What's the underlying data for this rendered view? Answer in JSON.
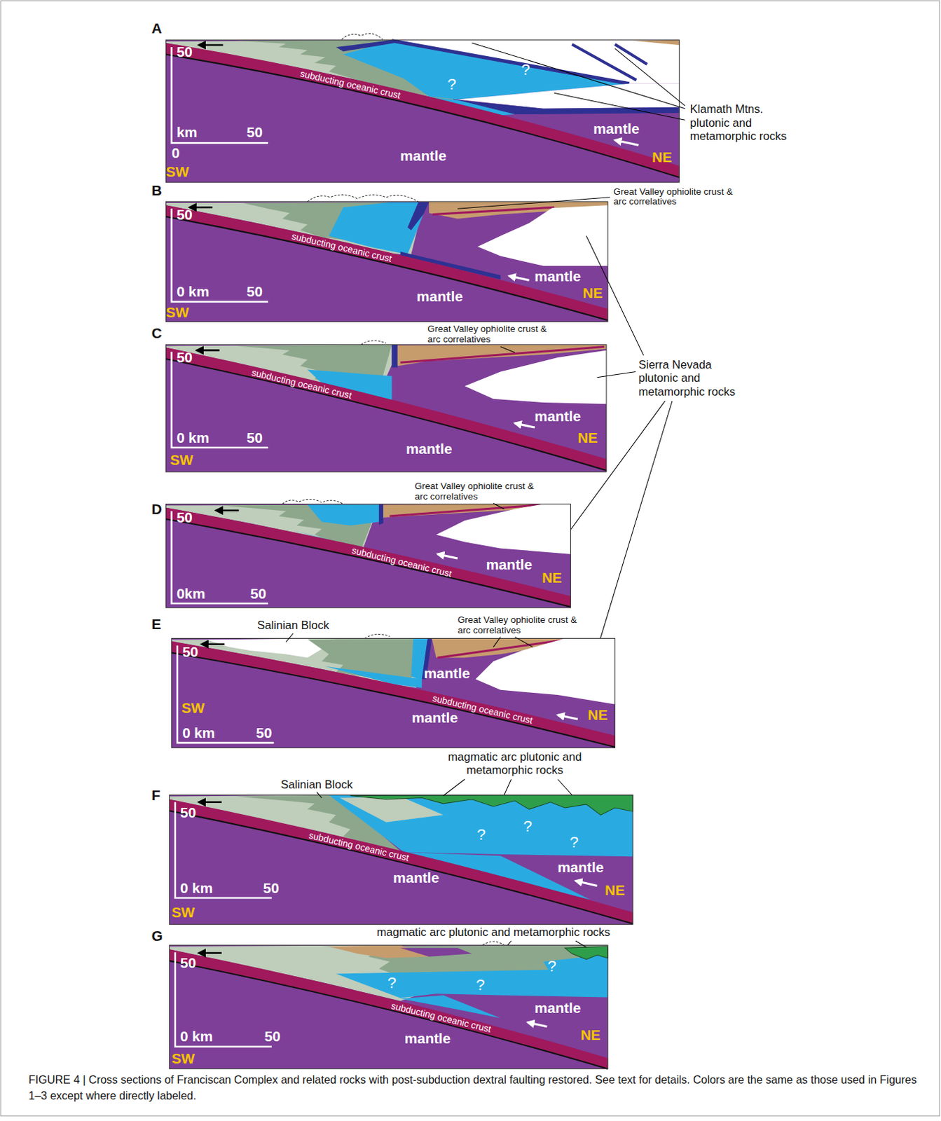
{
  "diagram": {
    "caption": "FIGURE 4 | Cross sections of Franciscan Complex and related rocks with post-subduction dextral faulting restored. See text for details. Colors are the same as those used in Figures 1–3 except where directly labeled.",
    "labels": [
      "A",
      "50",
      "subducting oceanic crust",
      "?",
      "?",
      "km",
      "50",
      "0",
      "SW",
      "mantle",
      "mantle",
      "NE",
      "Klamath Mtns. plutonic and metamorphic rocks",
      "B",
      "Great Valley ophiolite crust & arc correlatives",
      "50",
      "subducting oceanic crust",
      "mantle",
      "NE",
      "0 km",
      "50",
      "mantle",
      "SW",
      "C",
      "Great Valley ophiolite crust & arc correlatives",
      "Sierra Nevada plutonic and metamorphic rocks",
      "50",
      "subducting oceanic crust",
      "mantle",
      "NE",
      "0 km",
      "50",
      "mantle",
      "SW",
      "D",
      "Great Valley ophiolite crust & arc correlatives",
      "50",
      "subducting oceanic crust",
      "mantle",
      "NE",
      "0km",
      "50",
      "E",
      "Salinian Block",
      "Great Valley ophiolite crust & arc correlatives",
      "50",
      "mantle",
      "SW",
      "subducting oceanic crust",
      "NE",
      "mantle",
      "0 km",
      "50",
      "F",
      "magmatic arc plutonic and metamorphic rocks",
      "Salinian Block",
      "50",
      "?",
      "?",
      "?",
      "subducting oceanic crust",
      "mantle",
      "mantle",
      "NE",
      "0 km",
      "50",
      "SW",
      "G",
      "magmatic arc plutonic and metamorphic rocks",
      "50",
      "?",
      "?",
      "?",
      "subducting oceanic crust",
      "mantle",
      "mantle",
      "NE",
      "0 km",
      "50",
      "SW"
    ]
  }
}
